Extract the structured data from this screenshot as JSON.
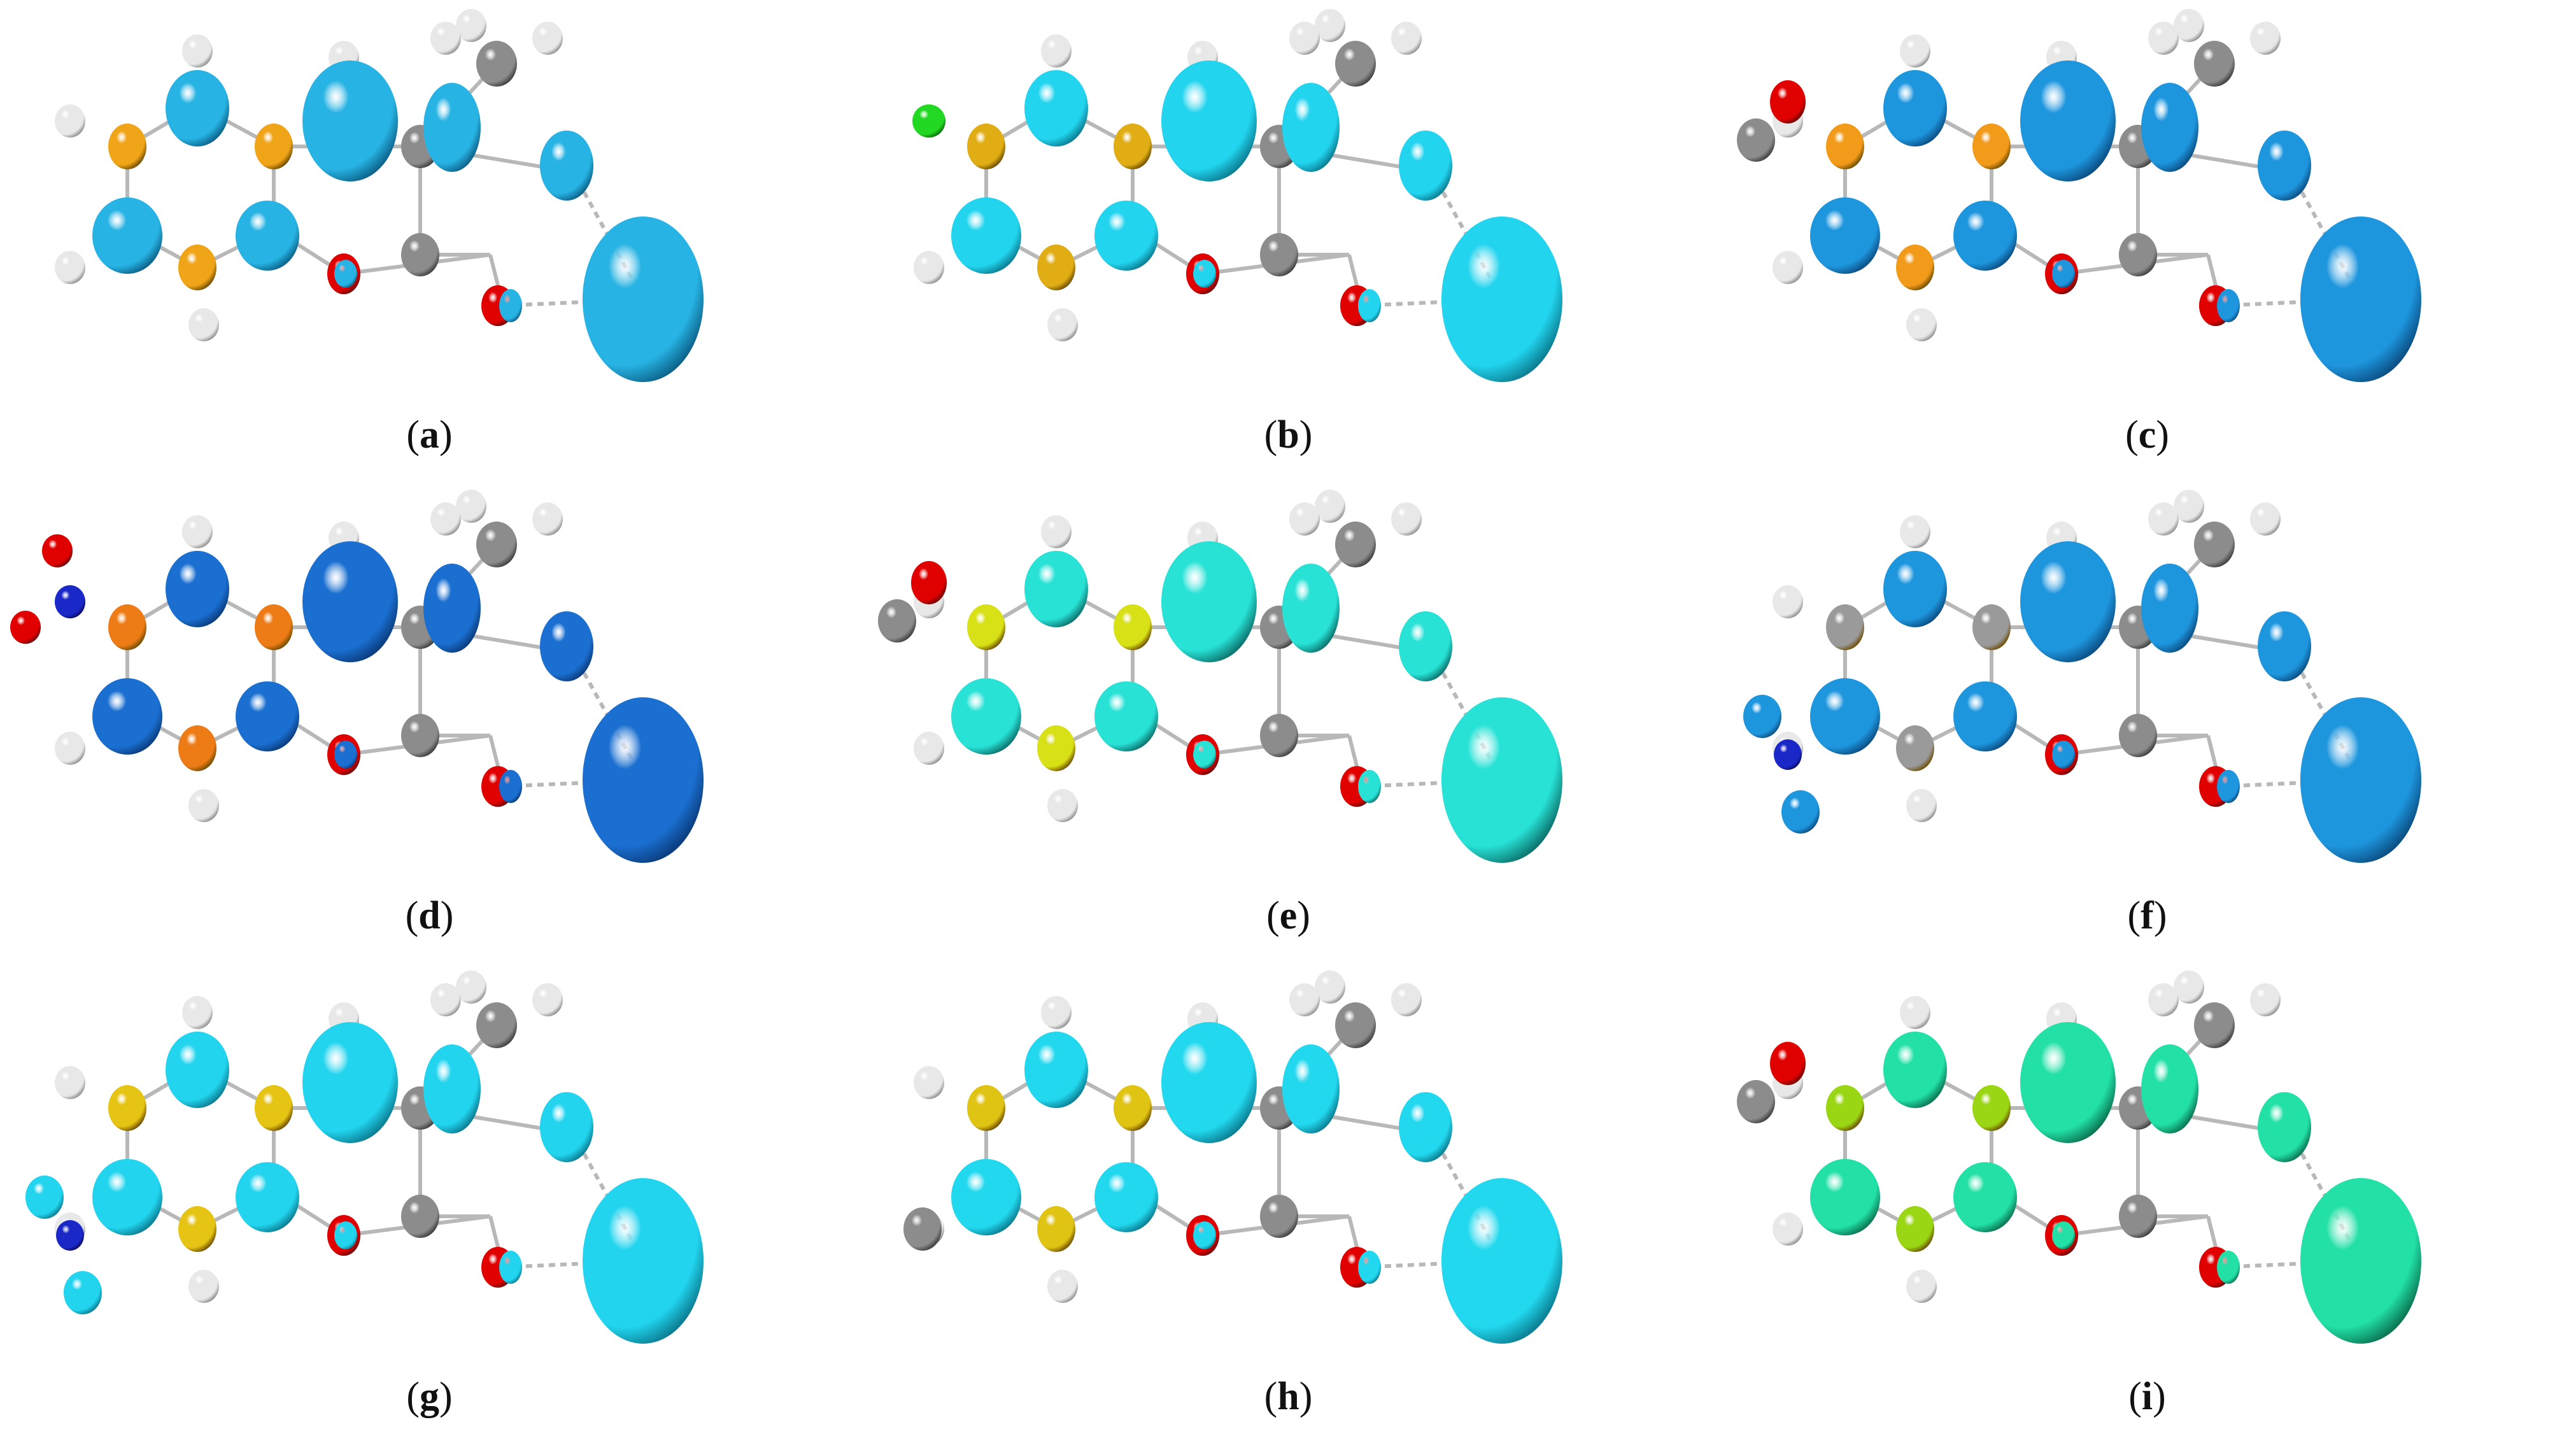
{
  "figure": {
    "panels": [
      {
        "id": "a",
        "label": "a",
        "orbital_color": "#27b3e3",
        "orbital_dark": "#0b5f86",
        "ring_atom_color": "#f0a418",
        "variant": "base"
      },
      {
        "id": "b",
        "label": "b",
        "orbital_color": "#22d4ee",
        "orbital_dark": "#0a7a8f",
        "ring_atom_color": "#e0ae14",
        "variant": "chloro"
      },
      {
        "id": "c",
        "label": "c",
        "orbital_color": "#1e96de",
        "orbital_dark": "#0a4c80",
        "ring_atom_color": "#f29a1a",
        "variant": "methoxy-top"
      },
      {
        "id": "d",
        "label": "d",
        "orbital_color": "#1a6fd0",
        "orbital_dark": "#0a3a7a",
        "ring_atom_color": "#ee7c16",
        "variant": "nitro"
      },
      {
        "id": "e",
        "label": "e",
        "orbital_color": "#28e2d6",
        "orbital_dark": "#0b6f6a",
        "ring_atom_color": "#d8e016",
        "variant": "methoxy-bottom"
      },
      {
        "id": "f",
        "label": "f",
        "orbital_color": "#1e96de",
        "orbital_dark": "#0a4c80",
        "ring_atom_color": "#9a9a9a",
        "variant": "amino"
      },
      {
        "id": "g",
        "label": "g",
        "orbital_color": "#22d4ee",
        "orbital_dark": "#0a7a8f",
        "ring_atom_color": "#e6c414",
        "variant": "dimethylamino"
      },
      {
        "id": "h",
        "label": "h",
        "orbital_color": "#22d8ee",
        "orbital_dark": "#0a7a8f",
        "ring_atom_color": "#e0c414",
        "variant": "methyl"
      },
      {
        "id": "i",
        "label": "i",
        "orbital_color": "#22e0a6",
        "orbital_dark": "#0a7050",
        "ring_atom_color": "#9ad614",
        "variant": "methoxy-down"
      }
    ],
    "atom_colors": {
      "carbon": "#8c8c8c",
      "hydrogen": "#e8e8e8",
      "oxygen": "#e00000",
      "nitrogen": "#1a28c8",
      "chlorine": "#22d822"
    }
  }
}
